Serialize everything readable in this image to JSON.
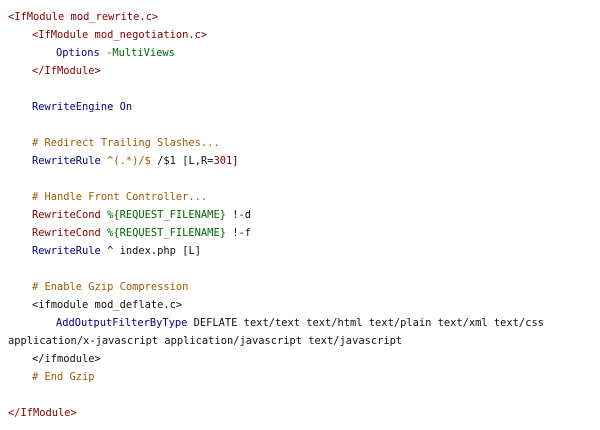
{
  "colors": {
    "background": "#ffffff",
    "tag": "#800000",
    "directive": "#000080",
    "comment": "#a05a00",
    "string": "#006600",
    "text": "#111111"
  },
  "code": {
    "l1_tag": "<IfModule mod_rewrite.c>",
    "l2_tag": "<IfModule mod_negotiation.c>",
    "l3_directive": "Options",
    "l3_arg": "-MultiViews",
    "l4_tag": "</IfModule>",
    "l6_directive": "RewriteEngine",
    "l6_arg": "On",
    "l8_comment": "# Redirect Trailing Slashes...",
    "l9_directive": "RewriteRule",
    "l9_pattern": "^(.*)/$",
    "l9_sub": "/$1",
    "l9_flags_open": "[L,R=",
    "l9_flags_num": "301",
    "l9_flags_close": "]",
    "l11_comment": "# Handle Front Controller...",
    "l12_directive": "RewriteCond",
    "l12_var": "%{REQUEST_FILENAME}",
    "l12_cond": "!-d",
    "l13_directive": "RewriteCond",
    "l13_var": "%{REQUEST_FILENAME}",
    "l13_cond": "!-f",
    "l14_directive": "RewriteRule",
    "l14_pattern": "^",
    "l14_target": "index.php",
    "l14_flags": "[L]",
    "l16_comment": "# Enable Gzip Compression",
    "l17_tag": "<ifmodule mod_deflate.c>",
    "l18_directive": "AddOutputFilterByType",
    "l18_args": "DEFLATE text/text text/html text/plain text/xml text/css application/x-javascript application/javascript text/javascript",
    "l19_tag": "</ifmodule>",
    "l20_comment": "# End Gzip",
    "l22_tag": "</IfModule>"
  }
}
